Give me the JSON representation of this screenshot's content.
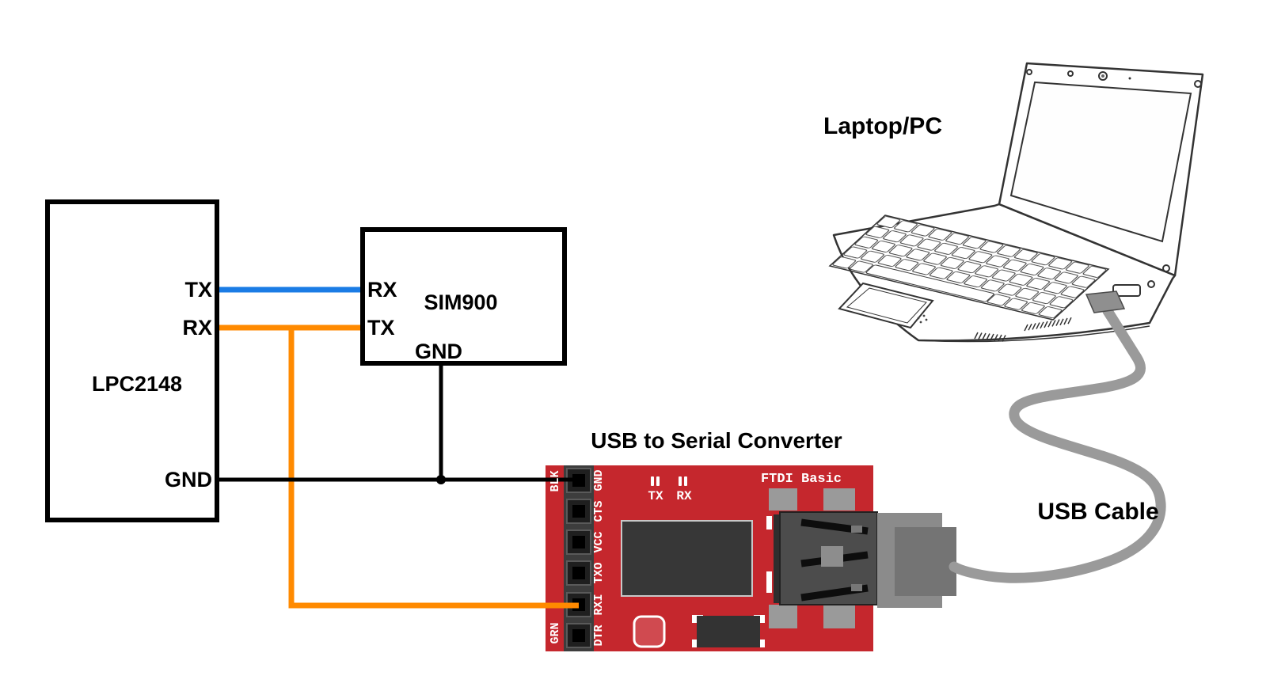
{
  "diagram": {
    "lpc2148": {
      "title": "LPC2148",
      "pin_tx": "TX",
      "pin_rx": "RX",
      "pin_gnd": "GND"
    },
    "sim900": {
      "title": "SIM900",
      "pin_rx": "RX",
      "pin_tx": "TX",
      "pin_gnd": "GND"
    },
    "converter": {
      "title": "USB to Serial Converter",
      "brand": "FTDI Basic",
      "left_label_top": "BLK",
      "left_label_bottom": "GRN",
      "pin_labels": [
        "GND",
        "CTS",
        "VCC",
        "TXO",
        "RXI",
        "DTR"
      ],
      "led_tx": "TX",
      "led_rx": "RX"
    },
    "laptop_label": "Laptop/PC",
    "usb_cable_label": "USB Cable"
  },
  "colors": {
    "wire_tx_blue": "#1b7ce5",
    "wire_rx_orange": "#ff8a00",
    "wire_gnd_black": "#000000",
    "board_red": "#c5272d",
    "silkscreen_white": "#ffffff",
    "cable_gray": "#9a9a9a"
  }
}
